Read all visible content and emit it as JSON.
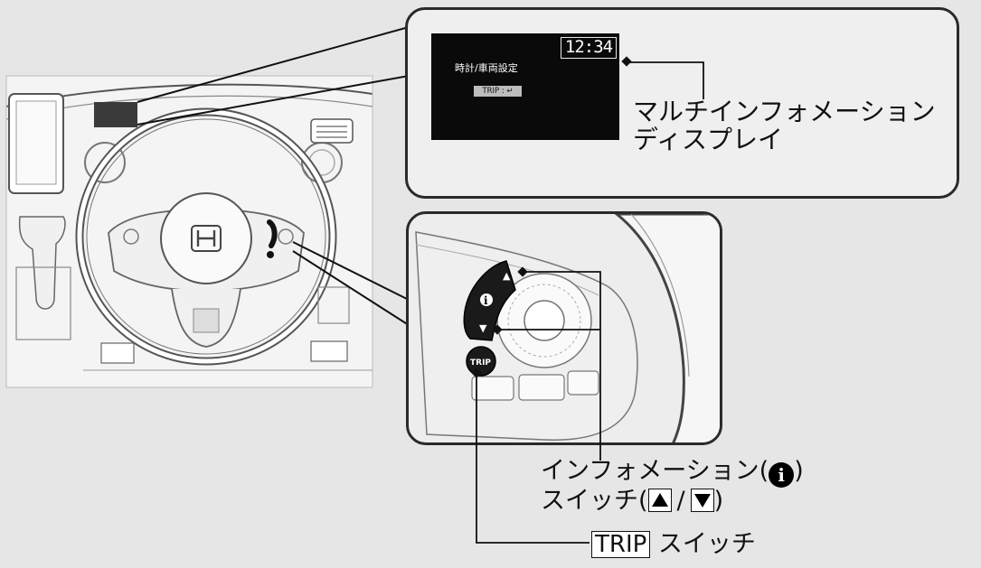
{
  "display": {
    "clock": "12:34",
    "menu_text": "時計/車両設定",
    "trip_chip": "TRIP : ↵",
    "label_line1": "マルチインフォメーション",
    "label_line2": "ディスプレイ"
  },
  "switches": {
    "info_label_prefix": "インフォメーション(",
    "info_label_suffix": ")",
    "info_icon_glyph": "i",
    "switch_label_prefix": "スイッチ(",
    "switch_label_sep": "/",
    "switch_label_suffix": ")",
    "trip_box": "TRIP",
    "trip_suffix": " スイッチ",
    "trip_button_text": "TRIP",
    "info_button_glyph": "i",
    "up_glyph": "▲",
    "down_glyph": "▼"
  },
  "colors": {
    "background": "#e6e6e6",
    "screen": "#0a0a0a",
    "outline": "#2a2a2a"
  }
}
